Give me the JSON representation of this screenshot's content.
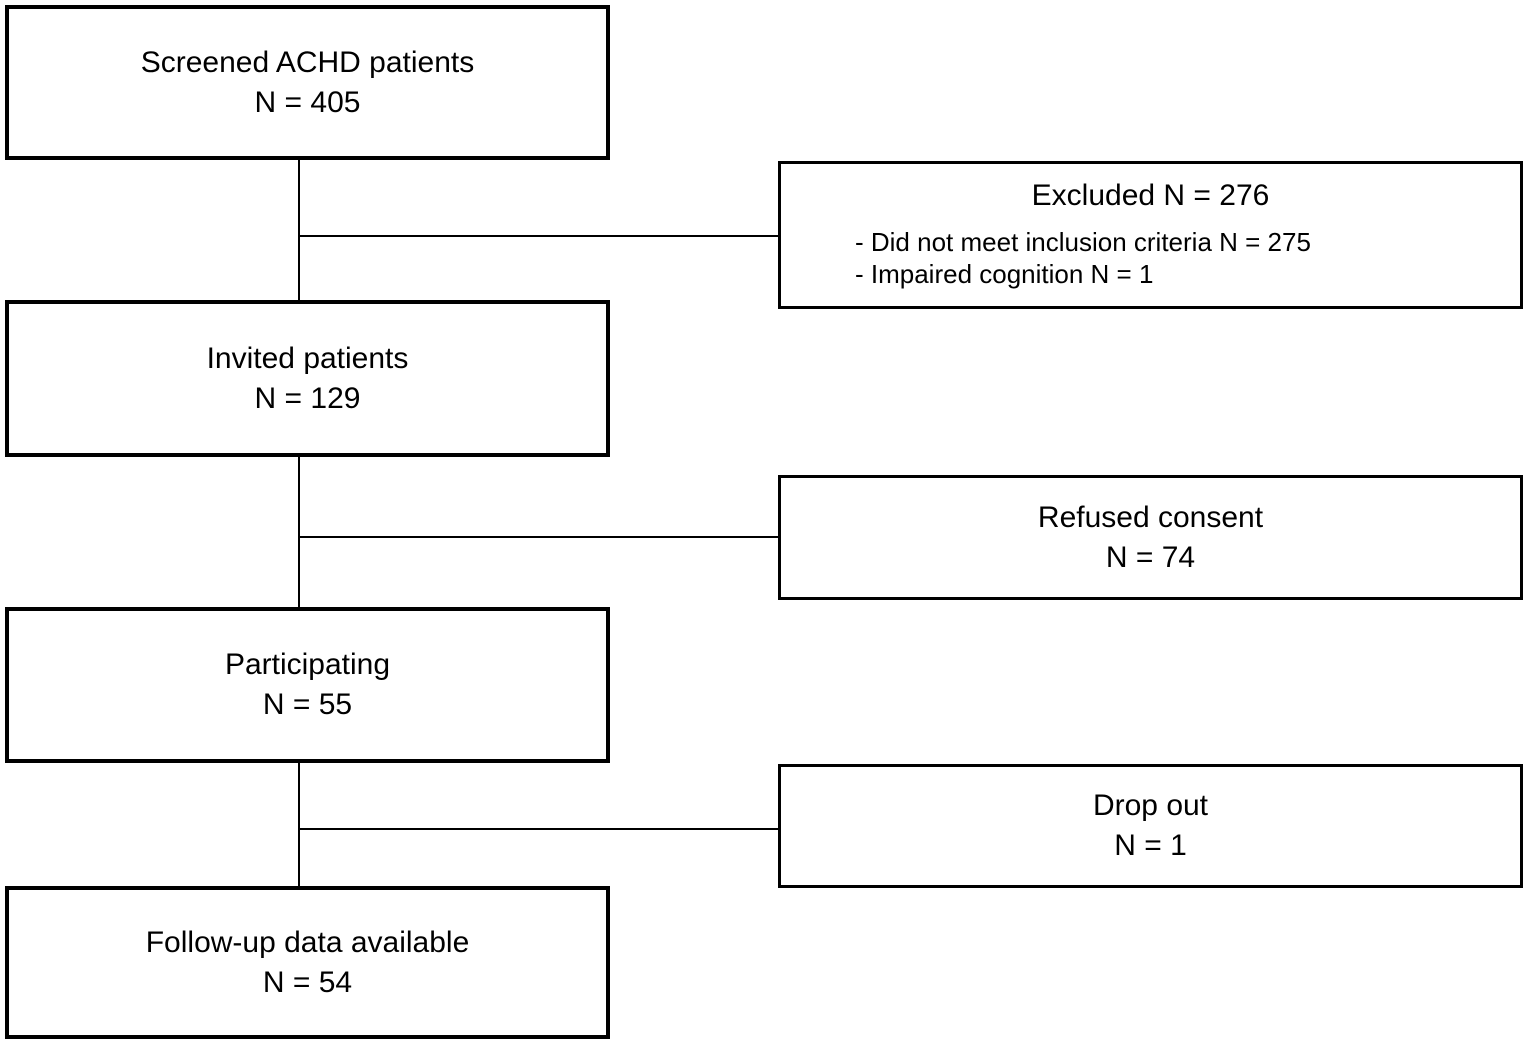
{
  "flowchart": {
    "type": "patient-flow-diagram",
    "colors": {
      "background": "#ffffff",
      "box_fill": "#ffffff",
      "border": "#000000",
      "text": "#000000"
    },
    "main_path": [
      {
        "label": "Screened ACHD patients",
        "n": "N = 405"
      },
      {
        "label": "Invited patients",
        "n": "N = 129"
      },
      {
        "label": "Participating",
        "n": "N = 55"
      },
      {
        "label": "Follow-up data available",
        "n": "N = 54"
      }
    ],
    "side_branches": {
      "excluded": {
        "title": "Excluded N = 276",
        "items": [
          "- Did not meet inclusion criteria N = 275",
          "- Impaired cognition N = 1"
        ]
      },
      "refused": {
        "label": "Refused consent",
        "n": "N = 74"
      },
      "dropout": {
        "label": "Drop out",
        "n": "N = 1"
      }
    }
  }
}
